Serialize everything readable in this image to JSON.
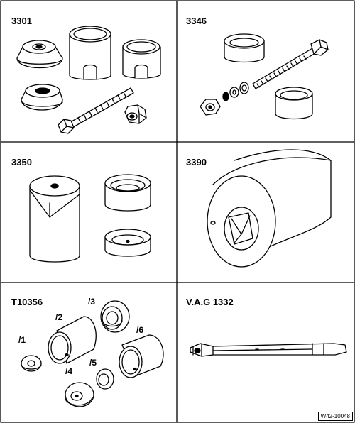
{
  "tools": [
    {
      "label": "3301"
    },
    {
      "label": "3346"
    },
    {
      "label": "3350"
    },
    {
      "label": "3390"
    },
    {
      "label": "T10356",
      "parts": [
        "/1",
        "/2",
        "/3",
        "/4",
        "/5",
        "/6"
      ]
    },
    {
      "label": "V.A.G 1332"
    }
  ],
  "figure_ref": "W42-10048"
}
